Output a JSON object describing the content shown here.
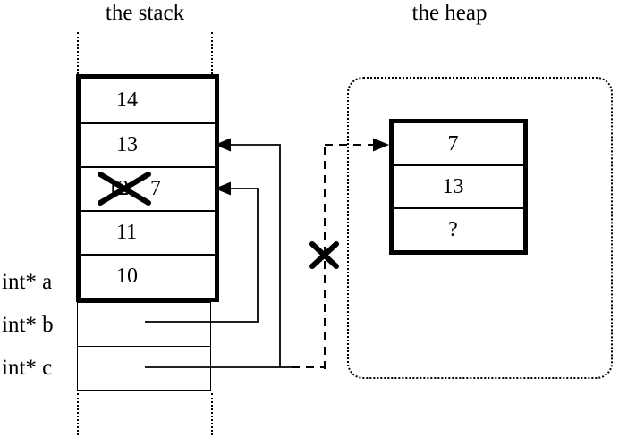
{
  "titles": {
    "stack": "the stack",
    "heap": "the heap"
  },
  "stack": {
    "rows": [
      {
        "value": "14"
      },
      {
        "value": "13"
      },
      {
        "old": "12",
        "value": "7"
      },
      {
        "value": "11"
      },
      {
        "value": "10"
      }
    ],
    "pointer_labels": [
      "int* a",
      "int* b",
      "int* c"
    ]
  },
  "heap": {
    "rows": [
      {
        "value": "7"
      },
      {
        "value": "13"
      },
      {
        "value": "?"
      }
    ]
  },
  "icons": {
    "cross_out_icon": "✕",
    "arrowhead_icon": "◄"
  },
  "colors": {
    "ink": "#000000",
    "paper": "#ffffff"
  }
}
